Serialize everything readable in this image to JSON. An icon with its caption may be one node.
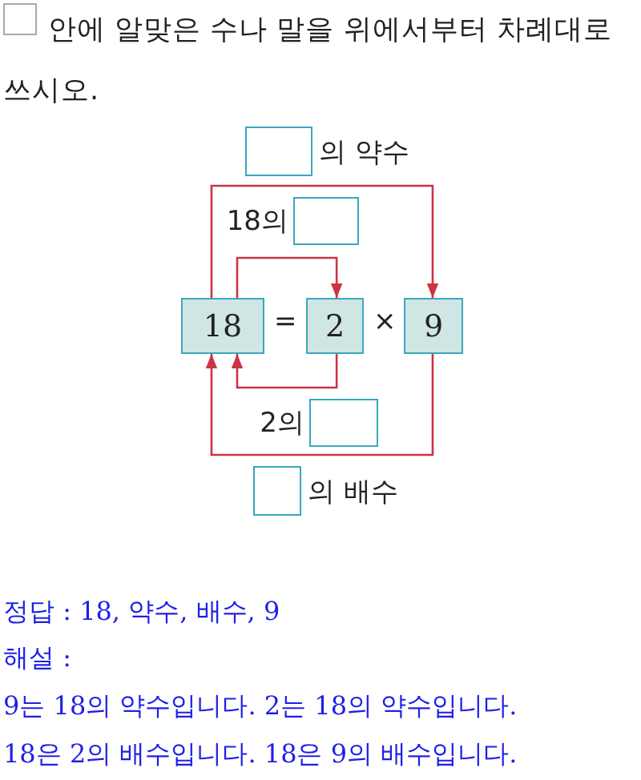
{
  "diagram": {
    "title": "안에 알맞은 수나 말을 위에서부터 차례대로 쓰시오.",
    "nodes": [
      {
        "text": [
          "18"
        ]
      },
      {
        "text": [
          "2"
        ]
      },
      {
        "text": [
          "9"
        ]
      },
      {
        "text": [],
        "shape": "box",
        "beside": [
          "의 약수"
        ]
      },
      {
        "text": [],
        "shape": "box",
        "beside": [
          "18의"
        ]
      },
      {
        "text": [],
        "shape": "box",
        "beside": [
          "2의"
        ]
      },
      {
        "text": [],
        "shape": "box",
        "beside": [
          "의 배수"
        ]
      }
    ],
    "edges": [
      {
        "from": 0,
        "to": 1,
        "arrow": "to"
      },
      {
        "from": 1,
        "to": 0,
        "arrow": "to"
      },
      {
        "from": 0,
        "to": 2,
        "arrow": "to"
      },
      {
        "from": 2,
        "to": 0,
        "arrow": "to"
      }
    ],
    "labels": [
      "=",
      "×",
      "정답 : 18, 약수, 배수, 9",
      "해설 :",
      "9는 18의 약수입니다. 2는 18의 약수입니다.",
      "18은 2의 배수입니다. 18은 9의 배수입니다."
    ]
  }
}
